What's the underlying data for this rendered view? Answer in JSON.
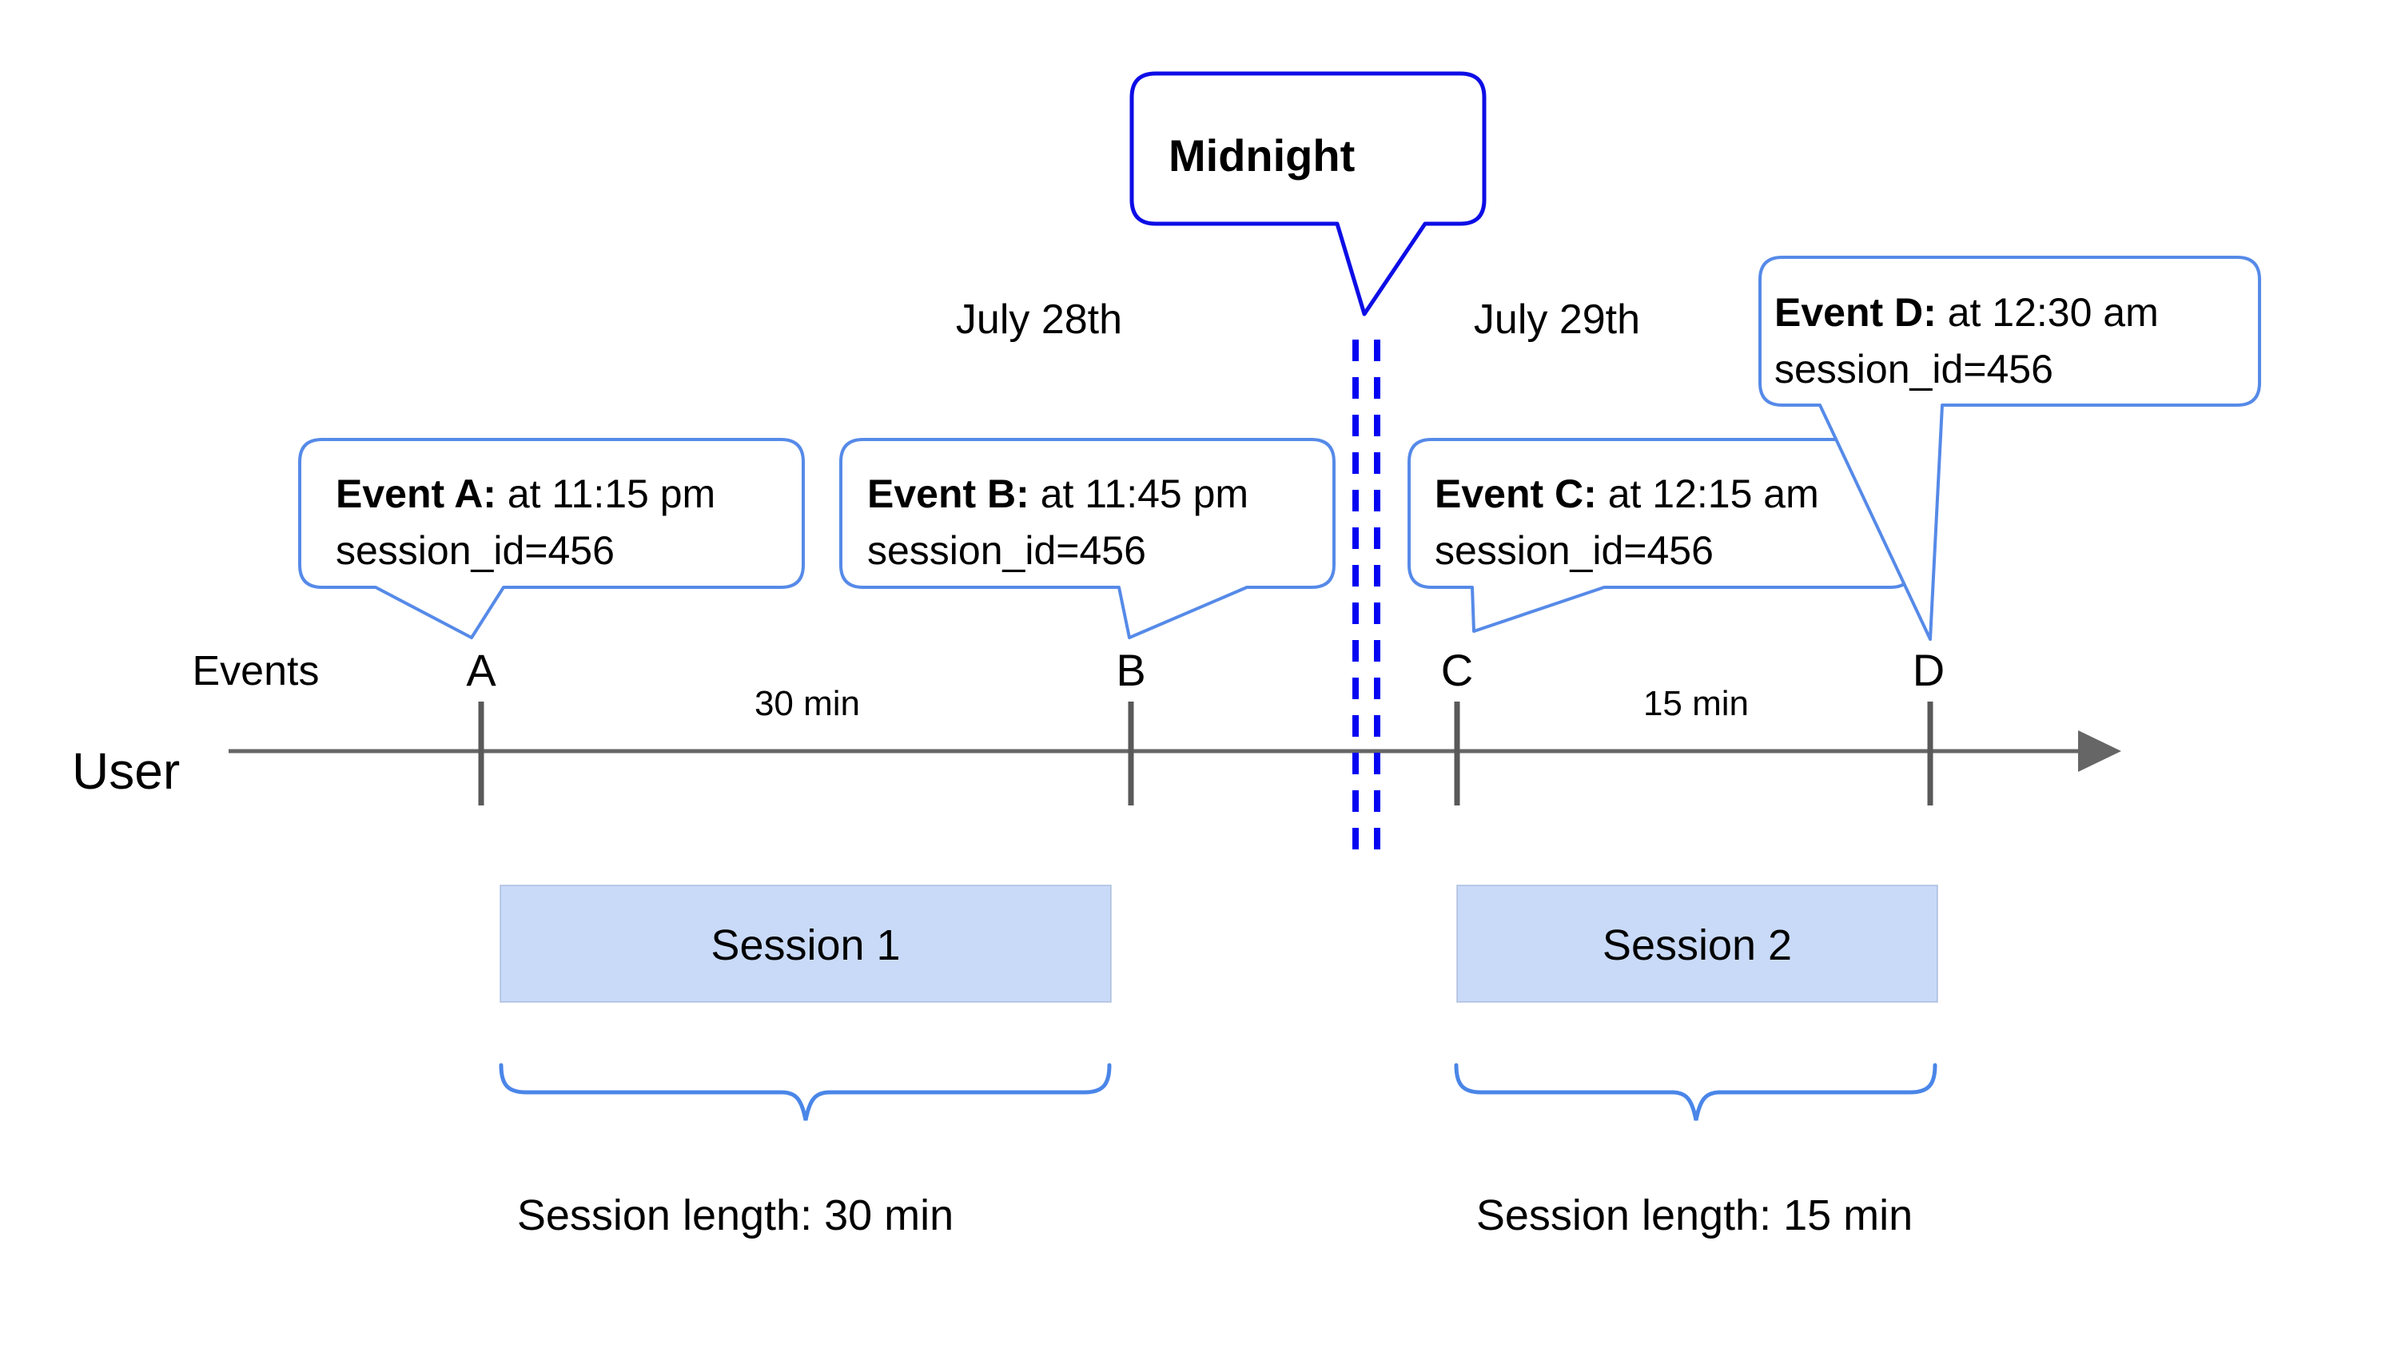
{
  "days": {
    "left": "July 28th",
    "right": "July 29th"
  },
  "midnight": {
    "label": "Midnight"
  },
  "axis": {
    "events_label": "Events",
    "user_label": "User",
    "points": {
      "a": "A",
      "b": "B",
      "c": "C",
      "d": "D"
    },
    "intervals": {
      "ab": "30 min",
      "cd": "15 min"
    }
  },
  "events": {
    "a": {
      "name": "Event A:",
      "time": " at 11:15 pm",
      "session": "session_id=456"
    },
    "b": {
      "name": "Event B:",
      "time": " at 11:45 pm",
      "session": "session_id=456"
    },
    "c": {
      "name": "Event C:",
      "time": " at 12:15 am",
      "session": "session_id=456"
    },
    "d": {
      "name": "Event D:",
      "time": " at 12:30 am",
      "session": "session_id=456"
    }
  },
  "sessions": {
    "s1": {
      "label": "Session 1",
      "length_label": "Session length: 30 min"
    },
    "s2": {
      "label": "Session 2",
      "length_label": "Session length: 15 min"
    }
  },
  "colors": {
    "midnight_border": "#0d0de6",
    "dashed_line": "#0404f2",
    "callout_border": "#568ae8",
    "brace": "#4a86e8",
    "session_fill": "#c9daf8",
    "timeline": "#666666",
    "tick": "#595959",
    "text": "#000000"
  }
}
